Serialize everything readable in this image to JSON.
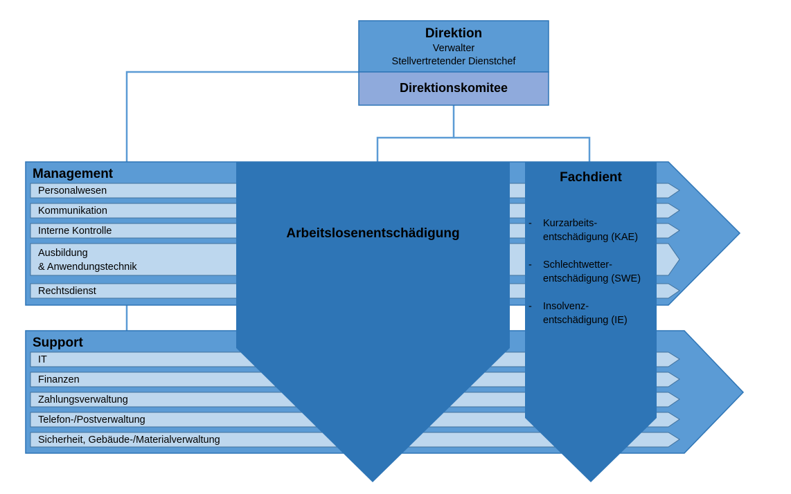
{
  "direktion": {
    "title": "Direktion",
    "line1": "Verwalter",
    "line2": "Stellvertretender Dienstchef",
    "committee": "Direktionskomitee"
  },
  "management": {
    "title": "Management",
    "items": [
      "Personalwesen",
      "Kommunikation",
      "Interne Kontrolle",
      "Ausbildung",
      "& Anwendungstechnik",
      "Rechtsdienst"
    ]
  },
  "support": {
    "title": "Support",
    "items": [
      "IT",
      "Finanzen",
      "Zahlungsverwaltung",
      "Telefon-/Postverwaltung",
      "Sicherheit, Gebäude-/Materialverwaltung"
    ]
  },
  "alv": {
    "title": "Arbeitslosenentschädigung"
  },
  "fachdient": {
    "title": "Fachdient",
    "items": [
      {
        "dash": "-",
        "line1": "Kurzarbeits-",
        "line2": "entschädigung (KAE)"
      },
      {
        "dash": "-",
        "line1": "Schlechtwetter-",
        "line2": "entschädigung (SWE)"
      },
      {
        "dash": "-",
        "line1": "Insolvenz-",
        "line2": "entschädigung (IE)"
      }
    ]
  },
  "colors": {
    "band": "#5b9bd5",
    "strip": "#bdd7ee",
    "pillar": "#2e75b6",
    "committee": "#8faadc",
    "border": "#2e75b6"
  }
}
